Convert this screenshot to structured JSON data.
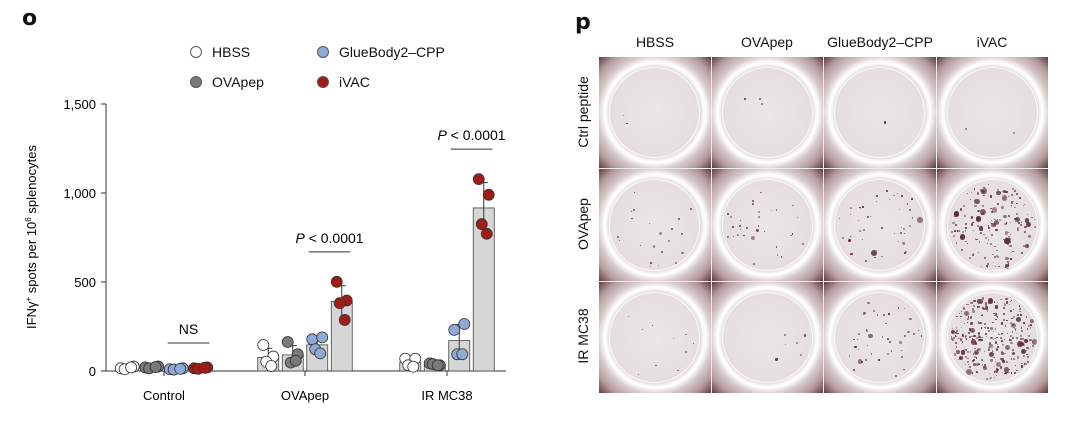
{
  "panel_o": {
    "letter": "o"
  },
  "panel_p": {
    "letter": "p",
    "columns": [
      "HBSS",
      "OVApep",
      "GlueBody2–CPP",
      "iVAC"
    ],
    "rows": [
      "Ctrl peptide",
      "OVApep",
      "IR MC38"
    ]
  },
  "chart_data": {
    "type": "bar",
    "categories": [
      "Control",
      "OVApep",
      "IR MC38"
    ],
    "ylabel": {
      "main": "IFNγ",
      "sup1": "+",
      "mid": " spots per 10",
      "sup2": "6",
      "end": " splenocytes"
    },
    "ylim": [
      0,
      1500
    ],
    "yticks": [
      0,
      500,
      1000,
      1500
    ],
    "ytick_labels": [
      "0",
      "500",
      "1,000",
      "1,500"
    ],
    "grid": false,
    "legend_position": "top",
    "series": [
      {
        "name": "HBSS",
        "color": "#ffffff",
        "points": [
          [
            15,
            25,
            10,
            20
          ],
          [
            146,
            81,
            52,
            28
          ],
          [
            69,
            69,
            32,
            24
          ]
        ]
      },
      {
        "name": "OVApep",
        "color": "#7a7a7a",
        "points": [
          [
            20,
            25,
            15,
            22
          ],
          [
            163,
            94,
            47,
            58
          ],
          [
            43,
            32,
            39,
            32
          ]
        ]
      },
      {
        "name": "GlueBody2–CPP",
        "color": "#8eaad6",
        "points": [
          [
            10,
            15,
            8,
            12
          ],
          [
            178,
            189,
            122,
            99
          ],
          [
            231,
            264,
            94,
            94
          ]
        ]
      },
      {
        "name": "iVAC",
        "color": "#a01c14",
        "points": [
          [
            15,
            20,
            12,
            18
          ],
          [
            501,
            396,
            381,
            287
          ],
          [
            1078,
            990,
            825,
            771
          ]
        ]
      }
    ],
    "annotations": [
      {
        "category": "Control",
        "text": "NS",
        "italic_prefix": ""
      },
      {
        "category": "OVApep",
        "text": " < 0.0001",
        "italic_prefix": "P"
      },
      {
        "category": "IR MC38",
        "text": " < 0.0001",
        "italic_prefix": "P"
      }
    ]
  }
}
